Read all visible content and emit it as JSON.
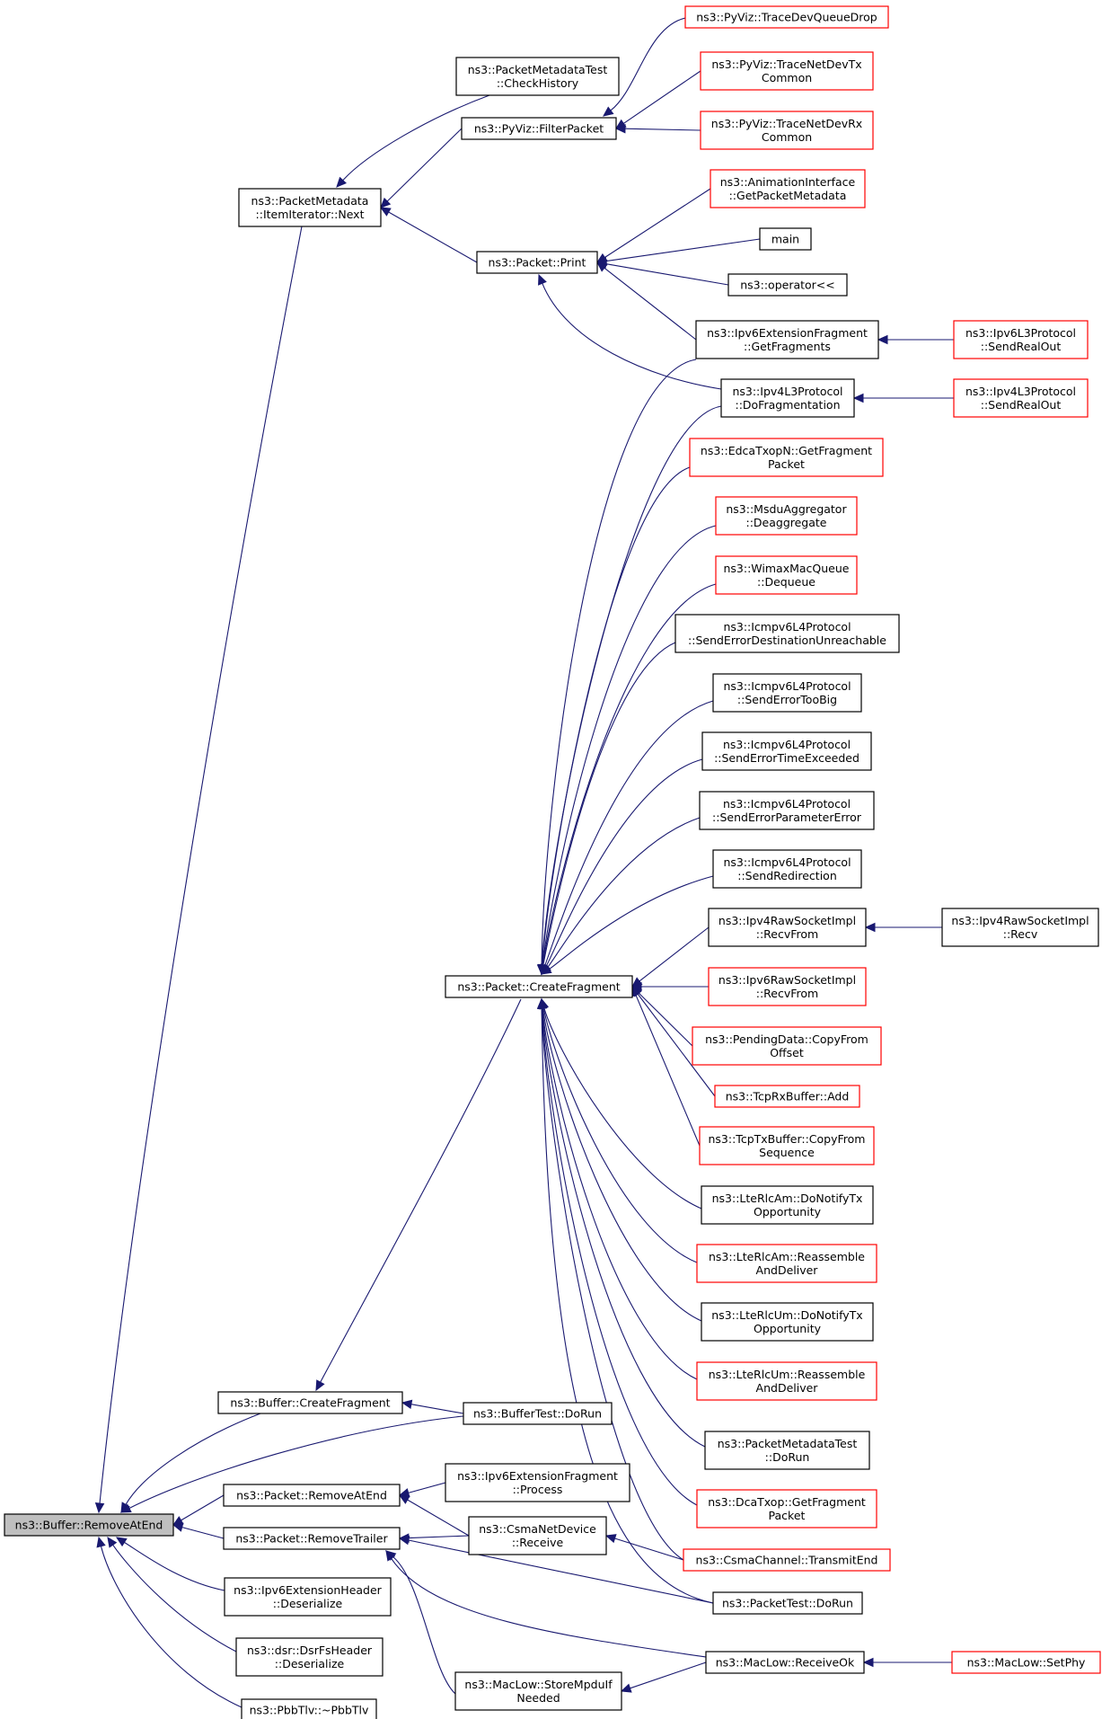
{
  "nodes": [
    {
      "id": "root",
      "lines": [
        "ns3::Buffer::RemoveAtEnd"
      ],
      "style": "root"
    },
    {
      "id": "pmtest_ch",
      "lines": [
        "ns3::PacketMetadataTest",
        "::CheckHistory"
      ],
      "style": "black"
    },
    {
      "id": "pm_next",
      "lines": [
        "ns3::PacketMetadata",
        "::ItemIterator::Next"
      ],
      "style": "black"
    },
    {
      "id": "pyviz_filter",
      "lines": [
        "ns3::PyViz::FilterPacket"
      ],
      "style": "black"
    },
    {
      "id": "pyviz_tdqd",
      "lines": [
        "ns3::PyViz::TraceDevQueueDrop"
      ],
      "style": "red"
    },
    {
      "id": "pyviz_tx",
      "lines": [
        "ns3::PyViz::TraceNetDevTx",
        "Common"
      ],
      "style": "red"
    },
    {
      "id": "pyviz_rx",
      "lines": [
        "ns3::PyViz::TraceNetDevRx",
        "Common"
      ],
      "style": "red"
    },
    {
      "id": "pkt_print",
      "lines": [
        "ns3::Packet::Print"
      ],
      "style": "black"
    },
    {
      "id": "anim",
      "lines": [
        "ns3::AnimationInterface",
        "::GetPacketMetadata"
      ],
      "style": "red"
    },
    {
      "id": "main",
      "lines": [
        "main"
      ],
      "style": "black"
    },
    {
      "id": "op_ll",
      "lines": [
        "ns3::operator<<"
      ],
      "style": "black"
    },
    {
      "id": "ipv6ef_gf",
      "lines": [
        "ns3::Ipv6ExtensionFragment",
        "::GetFragments"
      ],
      "style": "black"
    },
    {
      "id": "ipv6l3",
      "lines": [
        "ns3::Ipv6L3Protocol",
        "::SendRealOut"
      ],
      "style": "red"
    },
    {
      "id": "ipv4l3_df",
      "lines": [
        "ns3::Ipv4L3Protocol",
        "::DoFragmentation"
      ],
      "style": "black"
    },
    {
      "id": "ipv4l3_sro",
      "lines": [
        "ns3::Ipv4L3Protocol",
        "::SendRealOut"
      ],
      "style": "red"
    },
    {
      "id": "edca",
      "lines": [
        "ns3::EdcaTxopN::GetFragment",
        "Packet"
      ],
      "style": "red"
    },
    {
      "id": "msdu",
      "lines": [
        "ns3::MsduAggregator",
        "::Deaggregate"
      ],
      "style": "red"
    },
    {
      "id": "wimax",
      "lines": [
        "ns3::WimaxMacQueue",
        "::Dequeue"
      ],
      "style": "red"
    },
    {
      "id": "icmp_sedu",
      "lines": [
        "ns3::Icmpv6L4Protocol",
        "::SendErrorDestinationUnreachable"
      ],
      "style": "black"
    },
    {
      "id": "icmp_setb",
      "lines": [
        "ns3::Icmpv6L4Protocol",
        "::SendErrorTooBig"
      ],
      "style": "black"
    },
    {
      "id": "icmp_sete",
      "lines": [
        "ns3::Icmpv6L4Protocol",
        "::SendErrorTimeExceeded"
      ],
      "style": "black"
    },
    {
      "id": "icmp_sepe",
      "lines": [
        "ns3::Icmpv6L4Protocol",
        "::SendErrorParameterError"
      ],
      "style": "black"
    },
    {
      "id": "icmp_sr",
      "lines": [
        "ns3::Icmpv6L4Protocol",
        "::SendRedirection"
      ],
      "style": "black"
    },
    {
      "id": "ipv4raw_rf",
      "lines": [
        "ns3::Ipv4RawSocketImpl",
        "::RecvFrom"
      ],
      "style": "black"
    },
    {
      "id": "ipv4raw_r",
      "lines": [
        "ns3::Ipv4RawSocketImpl",
        "::Recv"
      ],
      "style": "black"
    },
    {
      "id": "pkt_cf",
      "lines": [
        "ns3::Packet::CreateFragment"
      ],
      "style": "black"
    },
    {
      "id": "ipv6raw_rf",
      "lines": [
        "ns3::Ipv6RawSocketImpl",
        "::RecvFrom"
      ],
      "style": "red"
    },
    {
      "id": "pending",
      "lines": [
        "ns3::PendingData::CopyFrom",
        "Offset"
      ],
      "style": "red"
    },
    {
      "id": "tcprx",
      "lines": [
        "ns3::TcpRxBuffer::Add"
      ],
      "style": "red"
    },
    {
      "id": "tcptx",
      "lines": [
        "ns3::TcpTxBuffer::CopyFrom",
        "Sequence"
      ],
      "style": "red"
    },
    {
      "id": "rlcam_dn",
      "lines": [
        "ns3::LteRlcAm::DoNotifyTx",
        "Opportunity"
      ],
      "style": "black"
    },
    {
      "id": "rlcam_ra",
      "lines": [
        "ns3::LteRlcAm::Reassemble",
        "AndDeliver"
      ],
      "style": "red"
    },
    {
      "id": "rlcum_dn",
      "lines": [
        "ns3::LteRlcUm::DoNotifyTx",
        "Opportunity"
      ],
      "style": "black"
    },
    {
      "id": "rlcum_ra",
      "lines": [
        "ns3::LteRlcUm::Reassemble",
        "AndDeliver"
      ],
      "style": "red"
    },
    {
      "id": "buf_cf",
      "lines": [
        "ns3::Buffer::CreateFragment"
      ],
      "style": "black"
    },
    {
      "id": "buftest",
      "lines": [
        "ns3::BufferTest::DoRun"
      ],
      "style": "black"
    },
    {
      "id": "pmtest_dr",
      "lines": [
        "ns3::PacketMetadataTest",
        "::DoRun"
      ],
      "style": "black"
    },
    {
      "id": "pkt_rae",
      "lines": [
        "ns3::Packet::RemoveAtEnd"
      ],
      "style": "black"
    },
    {
      "id": "ipv6ef_p",
      "lines": [
        "ns3::Ipv6ExtensionFragment",
        "::Process"
      ],
      "style": "black"
    },
    {
      "id": "dcatxop",
      "lines": [
        "ns3::DcaTxop::GetFragment",
        "Packet"
      ],
      "style": "red"
    },
    {
      "id": "pkt_rt",
      "lines": [
        "ns3::Packet::RemoveTrailer"
      ],
      "style": "black"
    },
    {
      "id": "csma_dev",
      "lines": [
        "ns3::CsmaNetDevice",
        "::Receive"
      ],
      "style": "black"
    },
    {
      "id": "csma_ch",
      "lines": [
        "ns3::CsmaChannel::TransmitEnd"
      ],
      "style": "red"
    },
    {
      "id": "ipv6eh",
      "lines": [
        "ns3::Ipv6ExtensionHeader",
        "::Deserialize"
      ],
      "style": "black"
    },
    {
      "id": "pkttest",
      "lines": [
        "ns3::PacketTest::DoRun"
      ],
      "style": "black"
    },
    {
      "id": "dsr",
      "lines": [
        "ns3::dsr::DsrFsHeader",
        "::Deserialize"
      ],
      "style": "black"
    },
    {
      "id": "maclow_ro",
      "lines": [
        "ns3::MacLow::ReceiveOk"
      ],
      "style": "black"
    },
    {
      "id": "maclow_sp",
      "lines": [
        "ns3::MacLow::SetPhy"
      ],
      "style": "red"
    },
    {
      "id": "maclow_smn",
      "lines": [
        "ns3::MacLow::StoreMpduIf",
        "Needed"
      ],
      "style": "black"
    },
    {
      "id": "pbbtlv",
      "lines": [
        "ns3::PbbTlv::~PbbTlv"
      ],
      "style": "black"
    }
  ],
  "edges": [
    [
      "pm_next",
      "root"
    ],
    [
      "buf_cf",
      "root"
    ],
    [
      "buftest",
      "root"
    ],
    [
      "pkt_rae",
      "root"
    ],
    [
      "pkt_rt",
      "root"
    ],
    [
      "ipv6eh",
      "root"
    ],
    [
      "dsr",
      "root"
    ],
    [
      "pbbtlv",
      "root"
    ],
    [
      "pmtest_ch",
      "pm_next"
    ],
    [
      "pyviz_filter",
      "pm_next"
    ],
    [
      "pkt_print",
      "pm_next"
    ],
    [
      "pyviz_tdqd",
      "pyviz_filter"
    ],
    [
      "pyviz_tx",
      "pyviz_filter"
    ],
    [
      "pyviz_rx",
      "pyviz_filter"
    ],
    [
      "anim",
      "pkt_print"
    ],
    [
      "main",
      "pkt_print"
    ],
    [
      "op_ll",
      "pkt_print"
    ],
    [
      "ipv6ef_gf",
      "pkt_print"
    ],
    [
      "ipv4l3_df",
      "pkt_print"
    ],
    [
      "ipv6l3",
      "ipv6ef_gf"
    ],
    [
      "ipv4l3_sro",
      "ipv4l3_df"
    ],
    [
      "ipv4raw_r",
      "ipv4raw_rf"
    ],
    [
      "pkt_cf",
      "buf_cf"
    ],
    [
      "buftest",
      "buf_cf"
    ],
    [
      "ipv6ef_gf",
      "pkt_cf"
    ],
    [
      "ipv4l3_df",
      "pkt_cf"
    ],
    [
      "edca",
      "pkt_cf"
    ],
    [
      "msdu",
      "pkt_cf"
    ],
    [
      "wimax",
      "pkt_cf"
    ],
    [
      "icmp_sedu",
      "pkt_cf"
    ],
    [
      "icmp_setb",
      "pkt_cf"
    ],
    [
      "icmp_sete",
      "pkt_cf"
    ],
    [
      "icmp_sepe",
      "pkt_cf"
    ],
    [
      "icmp_sr",
      "pkt_cf"
    ],
    [
      "ipv4raw_rf",
      "pkt_cf"
    ],
    [
      "ipv6raw_rf",
      "pkt_cf"
    ],
    [
      "pending",
      "pkt_cf"
    ],
    [
      "tcprx",
      "pkt_cf"
    ],
    [
      "tcptx",
      "pkt_cf"
    ],
    [
      "rlcam_dn",
      "pkt_cf"
    ],
    [
      "rlcam_ra",
      "pkt_cf"
    ],
    [
      "rlcum_dn",
      "pkt_cf"
    ],
    [
      "rlcum_ra",
      "pkt_cf"
    ],
    [
      "pmtest_dr",
      "pkt_cf"
    ],
    [
      "dcatxop",
      "pkt_cf"
    ],
    [
      "csma_ch",
      "pkt_cf"
    ],
    [
      "pkttest",
      "pkt_cf"
    ],
    [
      "ipv6ef_p",
      "pkt_rae"
    ],
    [
      "csma_dev",
      "pkt_rae"
    ],
    [
      "csma_dev",
      "pkt_rt"
    ],
    [
      "pkttest",
      "pkt_rt"
    ],
    [
      "maclow_ro",
      "pkt_rt"
    ],
    [
      "maclow_smn",
      "pkt_rt"
    ],
    [
      "csma_ch",
      "csma_dev"
    ],
    [
      "maclow_sp",
      "maclow_ro"
    ],
    [
      "maclow_ro",
      "maclow_smn"
    ]
  ],
  "colors": {
    "edge": "#191970",
    "root_fill": "#bfbfbf",
    "border": "#000000",
    "border_red": "#ff0000",
    "node_fill": "#ffffff"
  }
}
